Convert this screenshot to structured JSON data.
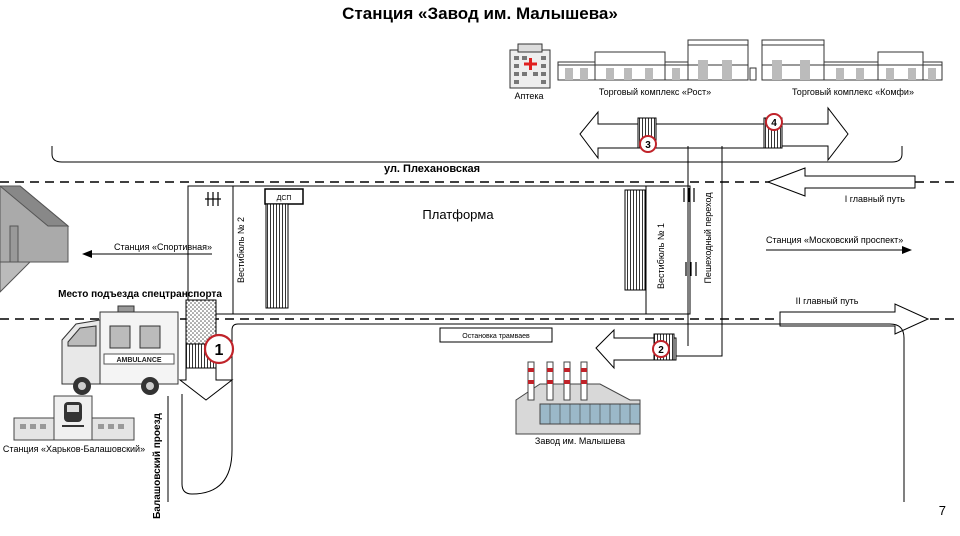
{
  "title": "Станция «Завод им. Малышева»",
  "page_number": "7",
  "labels": {
    "pharmacy": "Аптека",
    "mall_rost": "Торговый комплекс «Рост»",
    "mall_komfi": "Торговый комплекс «Комфи»",
    "street": "ул. Плехановская",
    "main_track_1": "I главный путь",
    "main_track_2": "II главный путь",
    "platform": "Платформа",
    "dsp": "ДСП",
    "vestibule_2": "Вестибюль № 2",
    "vestibule_1": "Вестибюль № 1",
    "pedestrian_crossing": "Пешеходный переход",
    "to_sportivnaya": "Станция «Спортивная»",
    "to_moskovsky": "Станция «Московский проспект»",
    "special_transport": "Место подъезда спецтранспорта",
    "tram_stop": "Остановка трамваев",
    "factory": "Завод им. Малышева",
    "station_kharkov": "Станция «Харьков-Балашовский»",
    "balashovsky": "Балашовский проезд"
  },
  "exits": [
    "1",
    "2",
    "3",
    "4"
  ],
  "ambulance_text": "AMBULANCE",
  "colors": {
    "exit_marker": "#c0232a",
    "hatch": "#999999",
    "line": "#000000"
  },
  "icons": [
    "hospital-icon",
    "mall-building-icon",
    "ambulance-icon",
    "train-station-icon",
    "factory-icon",
    "bridge-icon"
  ]
}
